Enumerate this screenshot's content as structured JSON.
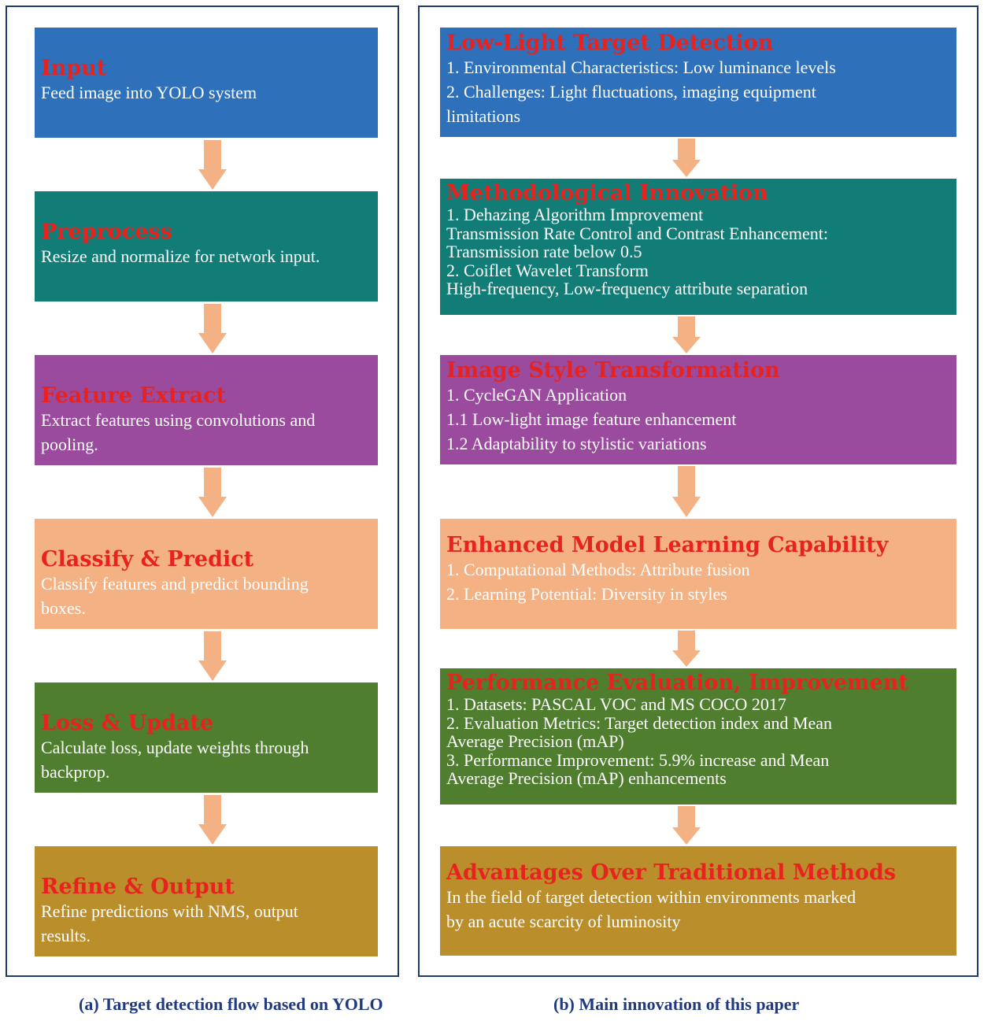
{
  "colors": {
    "blue": "#2e70b9",
    "teal": "#127c77",
    "purple": "#9a4b9d",
    "peach": "#f4b183",
    "green": "#4f7e2f",
    "gold": "#bb8e2c",
    "title_red": "#e8231f",
    "arrow": "#f4b183",
    "caption": "#1f3a80"
  },
  "left_flow": [
    {
      "title": "Input",
      "lines": [
        "Feed image into YOLO system"
      ]
    },
    {
      "title": "Preprocess",
      "lines": [
        "Resize and normalize for network input."
      ]
    },
    {
      "title": "Feature Extract",
      "lines": [
        "Extract features using convolutions and",
        "pooling."
      ]
    },
    {
      "title": "Classify & Predict",
      "lines": [
        "Classify features and predict bounding",
        "boxes."
      ]
    },
    {
      "title": "Loss & Update",
      "lines": [
        "Calculate loss, update weights through",
        "backprop."
      ]
    },
    {
      "title": "Refine & Output",
      "lines": [
        "Refine predictions with NMS, output",
        "results."
      ]
    }
  ],
  "right_flow": [
    {
      "title": "Low-Light Target Detection",
      "lines": [
        "1. Environmental Characteristics: Low luminance levels",
        "2. Challenges: Light fluctuations, imaging equipment",
        "limitations"
      ]
    },
    {
      "title": "Methodological Innovation",
      "lines": [
        "1.  Dehazing Algorithm Improvement",
        "Transmission Rate Control and Contrast Enhancement:",
        "Transmission rate below 0.5",
        "2.  Coiflet Wavelet Transform",
        "High-frequency, Low-frequency attribute separation"
      ]
    },
    {
      "title": "Image Style Transformation",
      "lines": [
        "1. CycleGAN Application",
        "1.1 Low-light image feature enhancement",
        "1.2 Adaptability to stylistic variations"
      ]
    },
    {
      "title": "Enhanced Model Learning Capability",
      "lines": [
        "1.  Computational Methods: Attribute fusion",
        "2.  Learning Potential: Diversity in styles"
      ]
    },
    {
      "title": "Performance Evaluation, Improvement",
      "lines": [
        "1. Datasets: PASCAL VOC and MS COCO 2017",
        "2. Evaluation Metrics: Target detection index and Mean",
        "Average Precision (mAP)",
        "3. Performance Improvement: 5.9% increase and Mean",
        "Average Precision (mAP) enhancements"
      ]
    },
    {
      "title": "Advantages Over Traditional Methods",
      "lines": [
        "In the field of target detection within environments marked",
        "by an acute scarcity of luminosity"
      ]
    }
  ],
  "captions": {
    "a": "(a) Target detection flow based on YOLO",
    "b": "(b) Main innovation of this paper"
  }
}
